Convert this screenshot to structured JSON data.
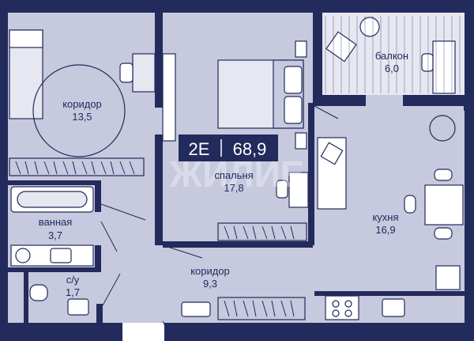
{
  "colors": {
    "wall": "#232a5c",
    "floor": "#c7c9de",
    "furniture_line": "#232a5c",
    "badge_bg": "#232a5c",
    "badge_text": "#ffffff",
    "balcony_floor": "#e6e7f0"
  },
  "apartment": {
    "type_code": "2Е",
    "total_area": "68,9"
  },
  "rooms": [
    {
      "id": "corridor-top",
      "name": "коридор",
      "area": "13,5"
    },
    {
      "id": "bedroom",
      "name": "спальня",
      "area": "17,8"
    },
    {
      "id": "balcony",
      "name": "балкон",
      "area": "6,0"
    },
    {
      "id": "kitchen",
      "name": "кухня",
      "area": "16,9"
    },
    {
      "id": "bathroom",
      "name": "ванная",
      "area": "3,7"
    },
    {
      "id": "wc",
      "name": "с/у",
      "area": "1,7"
    },
    {
      "id": "corridor-bottom",
      "name": "коридор",
      "area": "9,3"
    }
  ],
  "watermark": "ЖИЛИЕ"
}
